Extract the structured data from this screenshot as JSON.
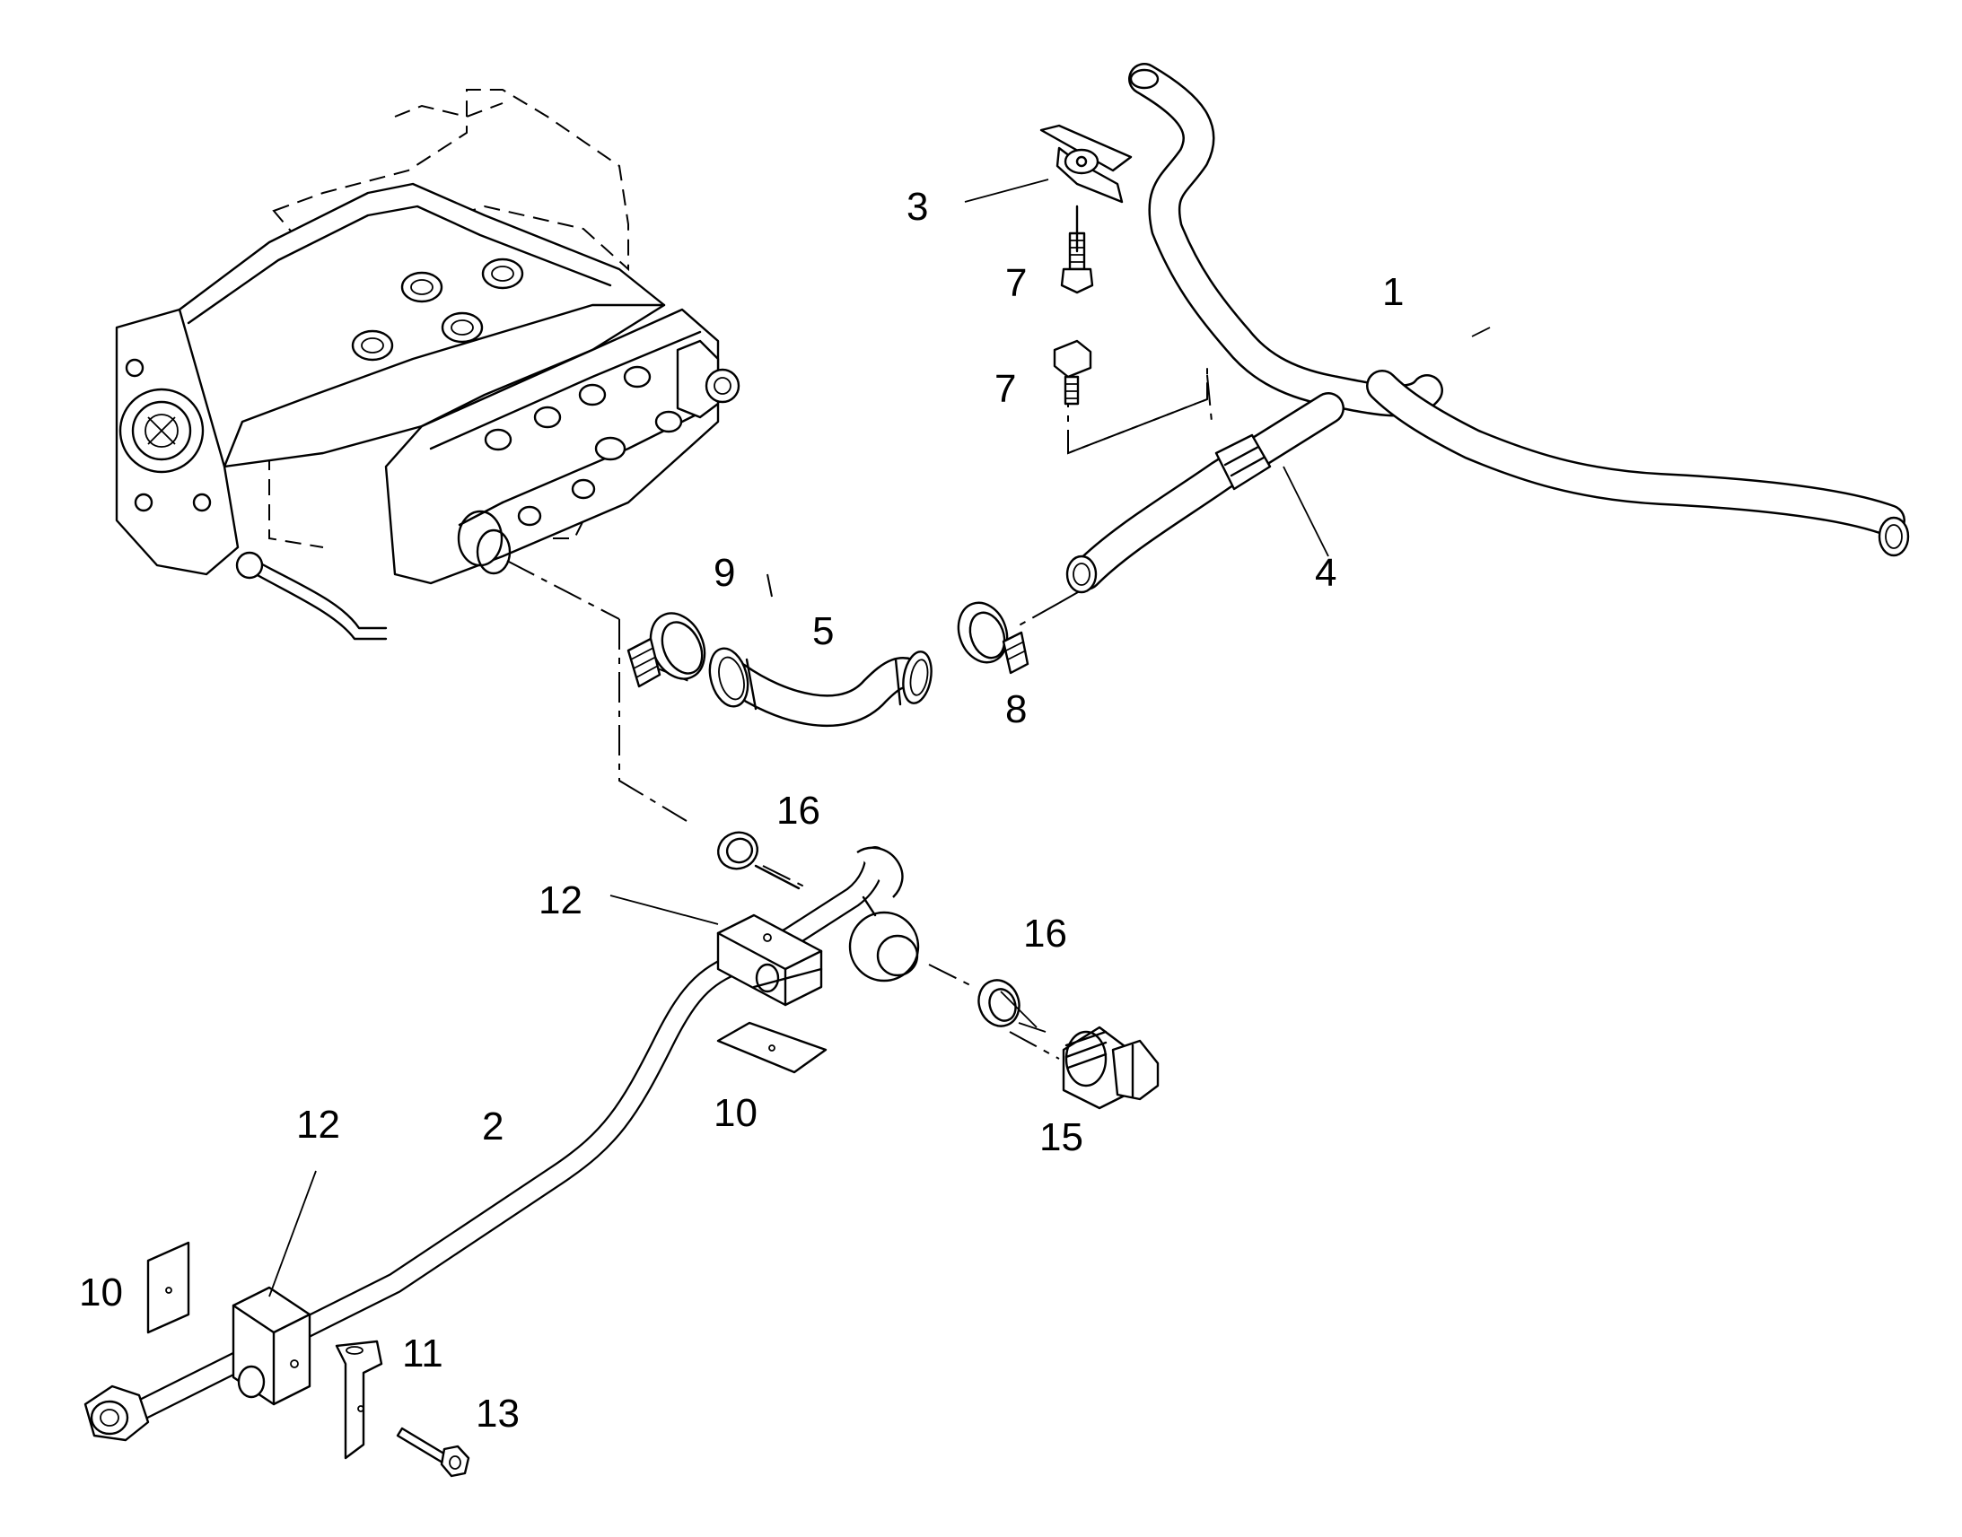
{
  "diagram": {
    "callouts": {
      "c1": "1",
      "c2": "2",
      "c3": "3",
      "c4": "4",
      "c5": "5",
      "c7a": "7",
      "c7b": "7",
      "c8": "8",
      "c9": "9",
      "c10a": "10",
      "c10b": "10",
      "c11": "11",
      "c12a": "12",
      "c12b": "12",
      "c13": "13",
      "c15": "15",
      "c16a": "16",
      "c16b": "16"
    }
  }
}
